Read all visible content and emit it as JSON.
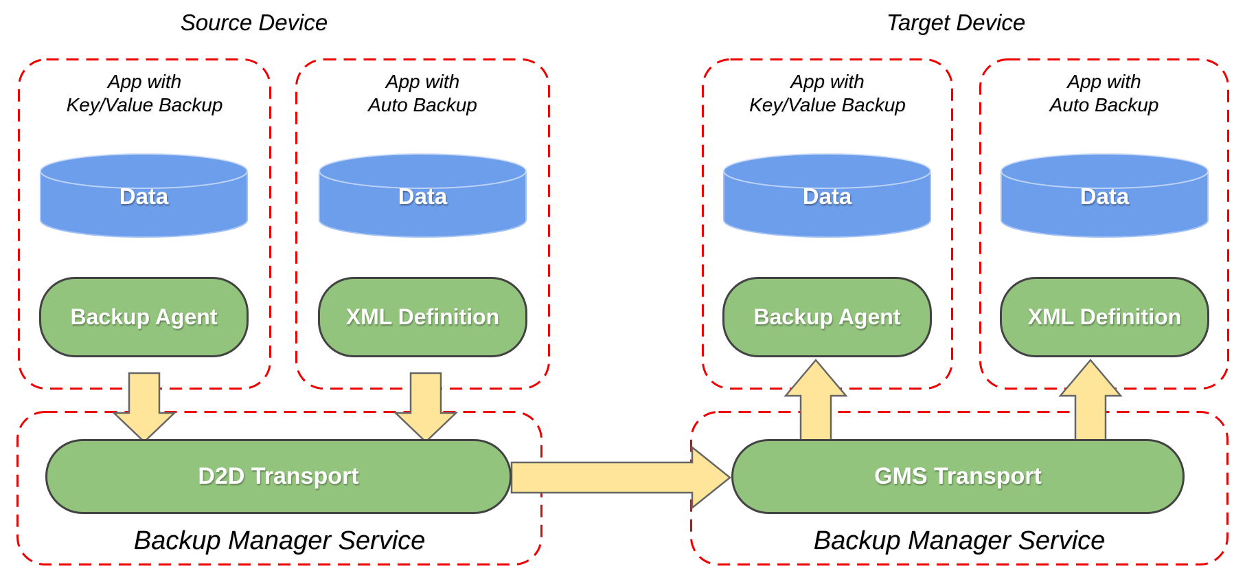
{
  "titles": {
    "source": "Source Device",
    "target": "Target Device"
  },
  "app_boxes": [
    {
      "title_line1": "App with",
      "title_line2": "Key/Value Backup",
      "data_store": "Data",
      "component": "Backup Agent"
    },
    {
      "title_line1": "App with",
      "title_line2": "Auto Backup",
      "data_store": "Data",
      "component": "XML Definition"
    },
    {
      "title_line1": "App with",
      "title_line2": "Key/Value Backup",
      "data_store": "Data",
      "component": "Backup Agent"
    },
    {
      "title_line1": "App with",
      "title_line2": "Auto Backup",
      "data_store": "Data",
      "component": "XML Definition"
    }
  ],
  "backup_manager_services": [
    {
      "transport": "D2D Transport",
      "label": "Backup Manager Service"
    },
    {
      "transport": "GMS Transport",
      "label": "Backup Manager Service"
    }
  ],
  "colors": {
    "red_dash": "#ef0000",
    "blue_fill": "#6d9eeb",
    "blue_stroke": "#a4c2f4",
    "green_fill": "#93c47d",
    "green_border": "#434343",
    "yellow_fill": "#ffe599",
    "yellow_border": "#666666",
    "label_black": "#000000",
    "label_white": "#ffffff"
  }
}
